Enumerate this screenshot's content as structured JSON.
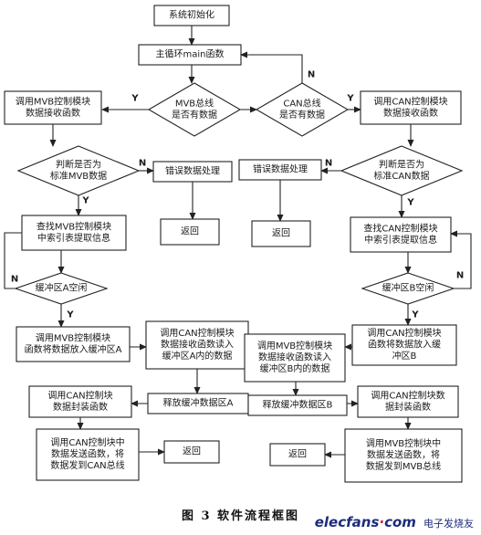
{
  "nodes": {
    "start": [
      "系统初始化"
    ],
    "main_loop": [
      "主循环main函数"
    ],
    "mvb_check": [
      "MVB总线",
      "是否有数据"
    ],
    "can_check": [
      "CAN总线",
      "是否有数据"
    ],
    "call_mvb_recv": [
      "调用MVB控制模块",
      "数据接收函数"
    ],
    "call_can_recv": [
      "调用CAN控制模块",
      "数据接收函数"
    ],
    "mvb_std_check": [
      "判断是否为",
      "标准MVB数据"
    ],
    "can_std_check": [
      "判断是否为",
      "标准CAN数据"
    ],
    "error_left": [
      "错误数据处理"
    ],
    "error_right": [
      "错误数据处理"
    ],
    "return_left": [
      "返回"
    ],
    "return_right": [
      "返回"
    ],
    "mvb_lookup": [
      "查找MVB控制模块",
      "中索引表提取信息"
    ],
    "can_lookup": [
      "查找CAN控制模块",
      "中索引表提取信息"
    ],
    "buffer_a_check": [
      "缓冲区A空闲"
    ],
    "buffer_b_check": [
      "缓冲区B空闲"
    ],
    "mvb_to_buf_a": [
      "调用MVB控制模块",
      "函数将数据放入缓冲区A"
    ],
    "can_read_buf_a": [
      "调用CAN控制模块",
      "数据接收函数读入",
      "缓冲区A内的数据"
    ],
    "mvb_read_buf_b": [
      "调用MVB控制模块",
      "数据接收函数读入",
      "缓冲区B内的数据"
    ],
    "can_to_buf_b": [
      "调用CAN控制模块",
      "函数将数据放入缓",
      "冲区B"
    ],
    "can_pack": [
      "调用CAN控制块",
      "数据封装函数"
    ],
    "release_a": [
      "释放缓冲数据区A"
    ],
    "release_b": [
      "释放缓冲数据区B"
    ],
    "can_pack_right": [
      "调用CAN控制块数",
      "据封装函数"
    ],
    "can_send": [
      "调用CAN控制块中",
      "数据发送函数，将",
      "数据发到CAN总线"
    ],
    "return_left_bottom": [
      "返回"
    ],
    "return_right_bottom": [
      "返回"
    ],
    "mvb_send": [
      "调用MVB控制块中",
      "数据发送函数，将",
      "数据发到MVB总线"
    ]
  },
  "labels": {
    "yes": "Y",
    "no": "N"
  },
  "caption": {
    "figure_number": "图 3",
    "title": "软件流程框图"
  },
  "watermark": {
    "logo": "elecfans",
    "logo_dot": "·",
    "logo_suffix": "com",
    "chinese": "电子发烧友"
  }
}
